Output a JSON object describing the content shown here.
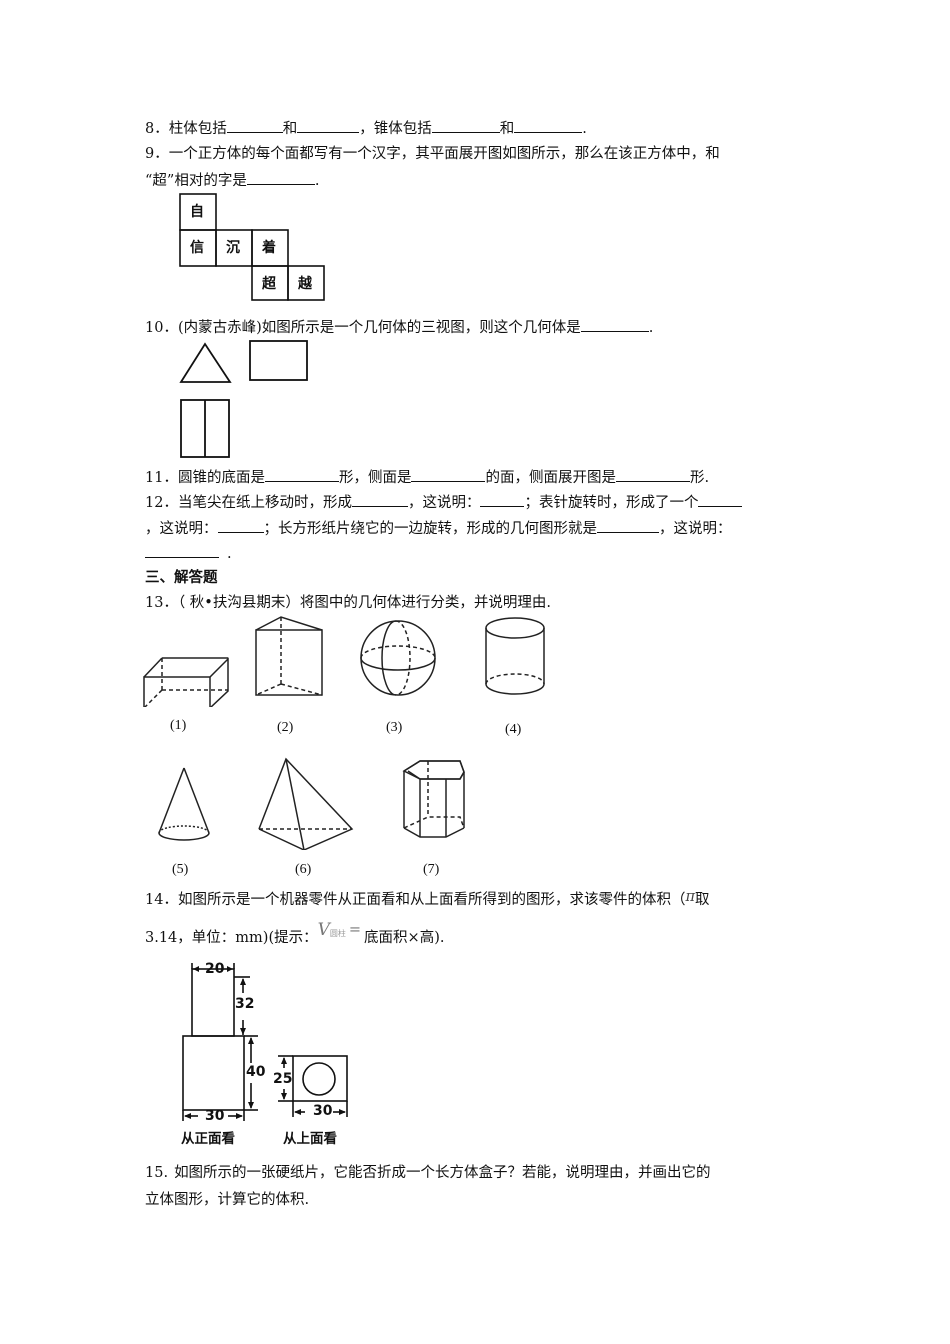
{
  "q8": {
    "num": "8．",
    "t1": "柱体包括",
    "t2": "和",
    "t3": "，锥体包括",
    "t4": "和",
    "t5": "."
  },
  "q9": {
    "num": "9．",
    "line1": "一个正方体的每个面都写有一个汉字，其平面展开图如图所示，那么在该正方体中，和",
    "line2a": "“超”相对的字是",
    "line2b": ".",
    "net": [
      "自",
      "信",
      "沉",
      "着",
      "超",
      "越"
    ]
  },
  "q10": {
    "num": "10．",
    "text": "(内蒙古赤峰)如图所示是一个几何体的三视图，则这个几何体是",
    "end": "."
  },
  "q11": {
    "num": "11．",
    "t1": "圆锥的底面是",
    "t2": "形，侧面是",
    "t3": "的面，侧面展开图是",
    "t4": "形."
  },
  "q12": {
    "num": "12．",
    "t1": "当笔尖在纸上移动时，形成",
    "t2": "，这说明：",
    "t3": "；表针旋转时，形成了一个",
    "t4": "，这说明：",
    "t5": "；长方形纸片绕它的一边旋转，形成的几何图形就是",
    "t6": "，这说明：",
    "t7": "."
  },
  "section3": {
    "title": "三、解答题"
  },
  "q13": {
    "num": "13．",
    "text": "（ 秋•扶沟县期末）将图中的几何体进行分类，并说明理由.",
    "captions": [
      "(1)",
      "(2)",
      "(3)",
      "(4)",
      "(5)",
      "(6)",
      "(7)"
    ]
  },
  "q14": {
    "num": "14．",
    "line1": "如图所示是一个机器零件从正面看和从上面看所得到的图形，求该零件的体积（",
    "pi": "π",
    "line1b": "取",
    "line2a": "3.14，单位：mm)(提示：",
    "hint_v": "V",
    "hint_sub": "圆柱",
    "hint_eq": "=",
    "line2b": "底面积×高).",
    "front": {
      "top_width": "20",
      "top_height": "32",
      "bottom_height": "40",
      "bottom_width": "30",
      "caption": "从正面看"
    },
    "top": {
      "side": "25",
      "width": "30",
      "caption": "从上面看"
    }
  },
  "q15": {
    "num": "15.",
    "line1": "如图所示的一张硬纸片，它能否折成一个长方体盒子？若能，说明理由，并画出它的",
    "line2": "立体图形，计算它的体积."
  }
}
